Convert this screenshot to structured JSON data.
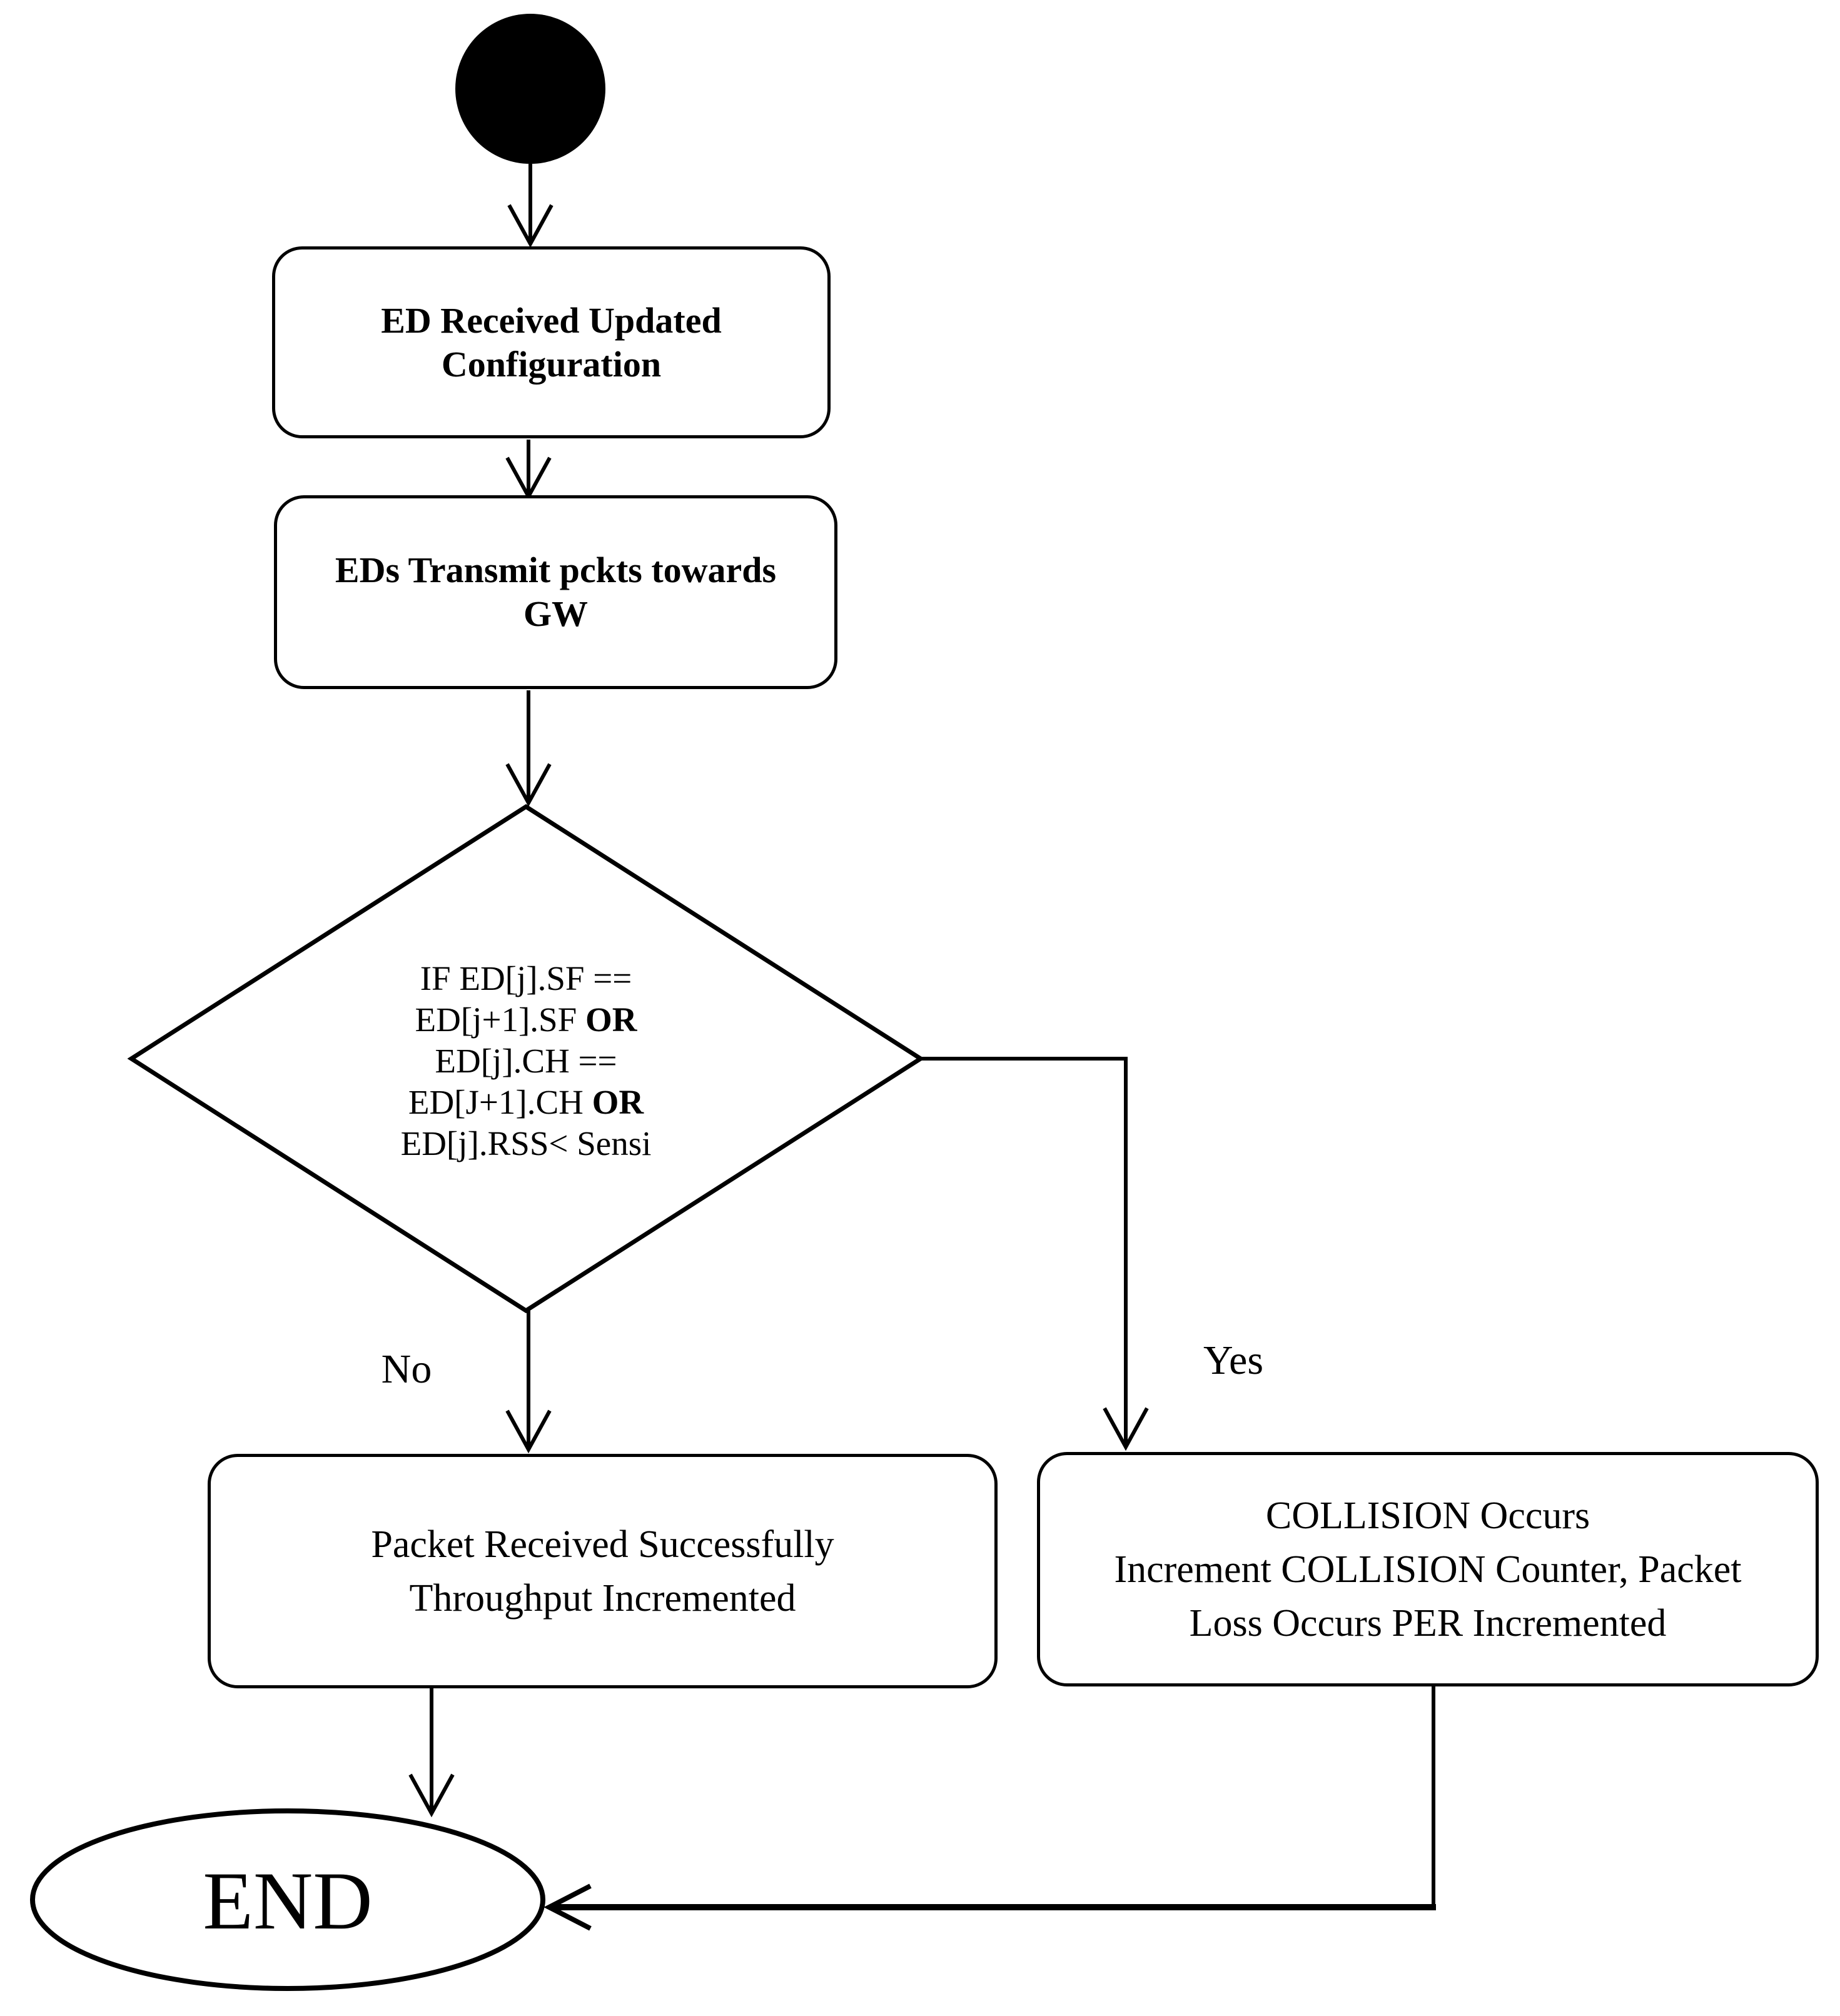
{
  "page": {
    "background_color": "#ffffff",
    "ink_color": "#000000",
    "title": "LoRa packet collision flowchart"
  },
  "nodes": {
    "start": {
      "type": "initial-node"
    },
    "box1": {
      "lines": [
        "ED Received Updated",
        "Configuration"
      ]
    },
    "box2": {
      "lines": [
        "EDs Transmit pckts towards",
        "GW"
      ]
    },
    "decision": {
      "lines": [
        {
          "text": "IF ED[j].SF ==",
          "or": ""
        },
        {
          "text": "ED[j+1].SF ",
          "or": "OR"
        },
        {
          "text": "ED[j].CH ==",
          "or": ""
        },
        {
          "text": "ED[J+1].CH ",
          "or": "OR"
        },
        {
          "text": "ED[j].RSS< Sensi",
          "or": ""
        }
      ]
    },
    "box3": {
      "lines": [
        "Packet Received Successfully",
        "Throughput Incremented"
      ]
    },
    "box4": {
      "lines": [
        "COLLISION Occurs",
        "Increment COLLISION Counter, Packet",
        "Loss Occurs PER Incremented"
      ]
    },
    "end": {
      "label": "END"
    }
  },
  "edges": {
    "no_label": "No",
    "yes_label": "Yes"
  }
}
